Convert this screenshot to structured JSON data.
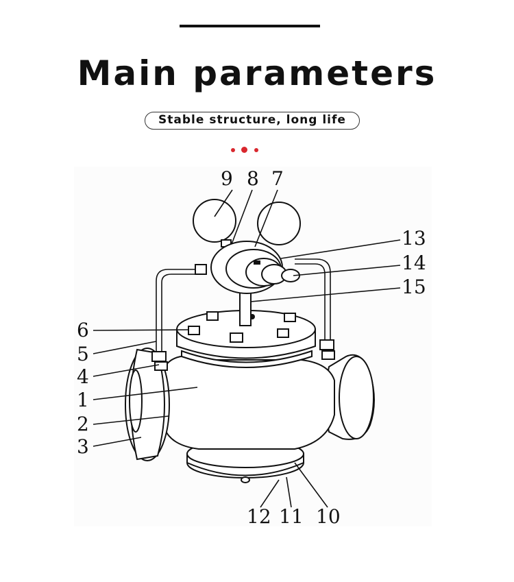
{
  "header": {
    "title": "Main parameters",
    "subtitle": "Stable structure, long life",
    "accent_color": "#d9272e"
  },
  "diagram": {
    "callouts": [
      {
        "id": "c9",
        "label": "9"
      },
      {
        "id": "c8",
        "label": "8"
      },
      {
        "id": "c7",
        "label": "7"
      },
      {
        "id": "c13",
        "label": "13"
      },
      {
        "id": "c14",
        "label": "14"
      },
      {
        "id": "c15",
        "label": "15"
      },
      {
        "id": "c6",
        "label": "6"
      },
      {
        "id": "c5",
        "label": "5"
      },
      {
        "id": "c4",
        "label": "4"
      },
      {
        "id": "c1",
        "label": "1"
      },
      {
        "id": "c2",
        "label": "2"
      },
      {
        "id": "c3",
        "label": "3"
      },
      {
        "id": "c12",
        "label": "12"
      },
      {
        "id": "c11",
        "label": "11"
      },
      {
        "id": "c10",
        "label": "10"
      }
    ]
  }
}
